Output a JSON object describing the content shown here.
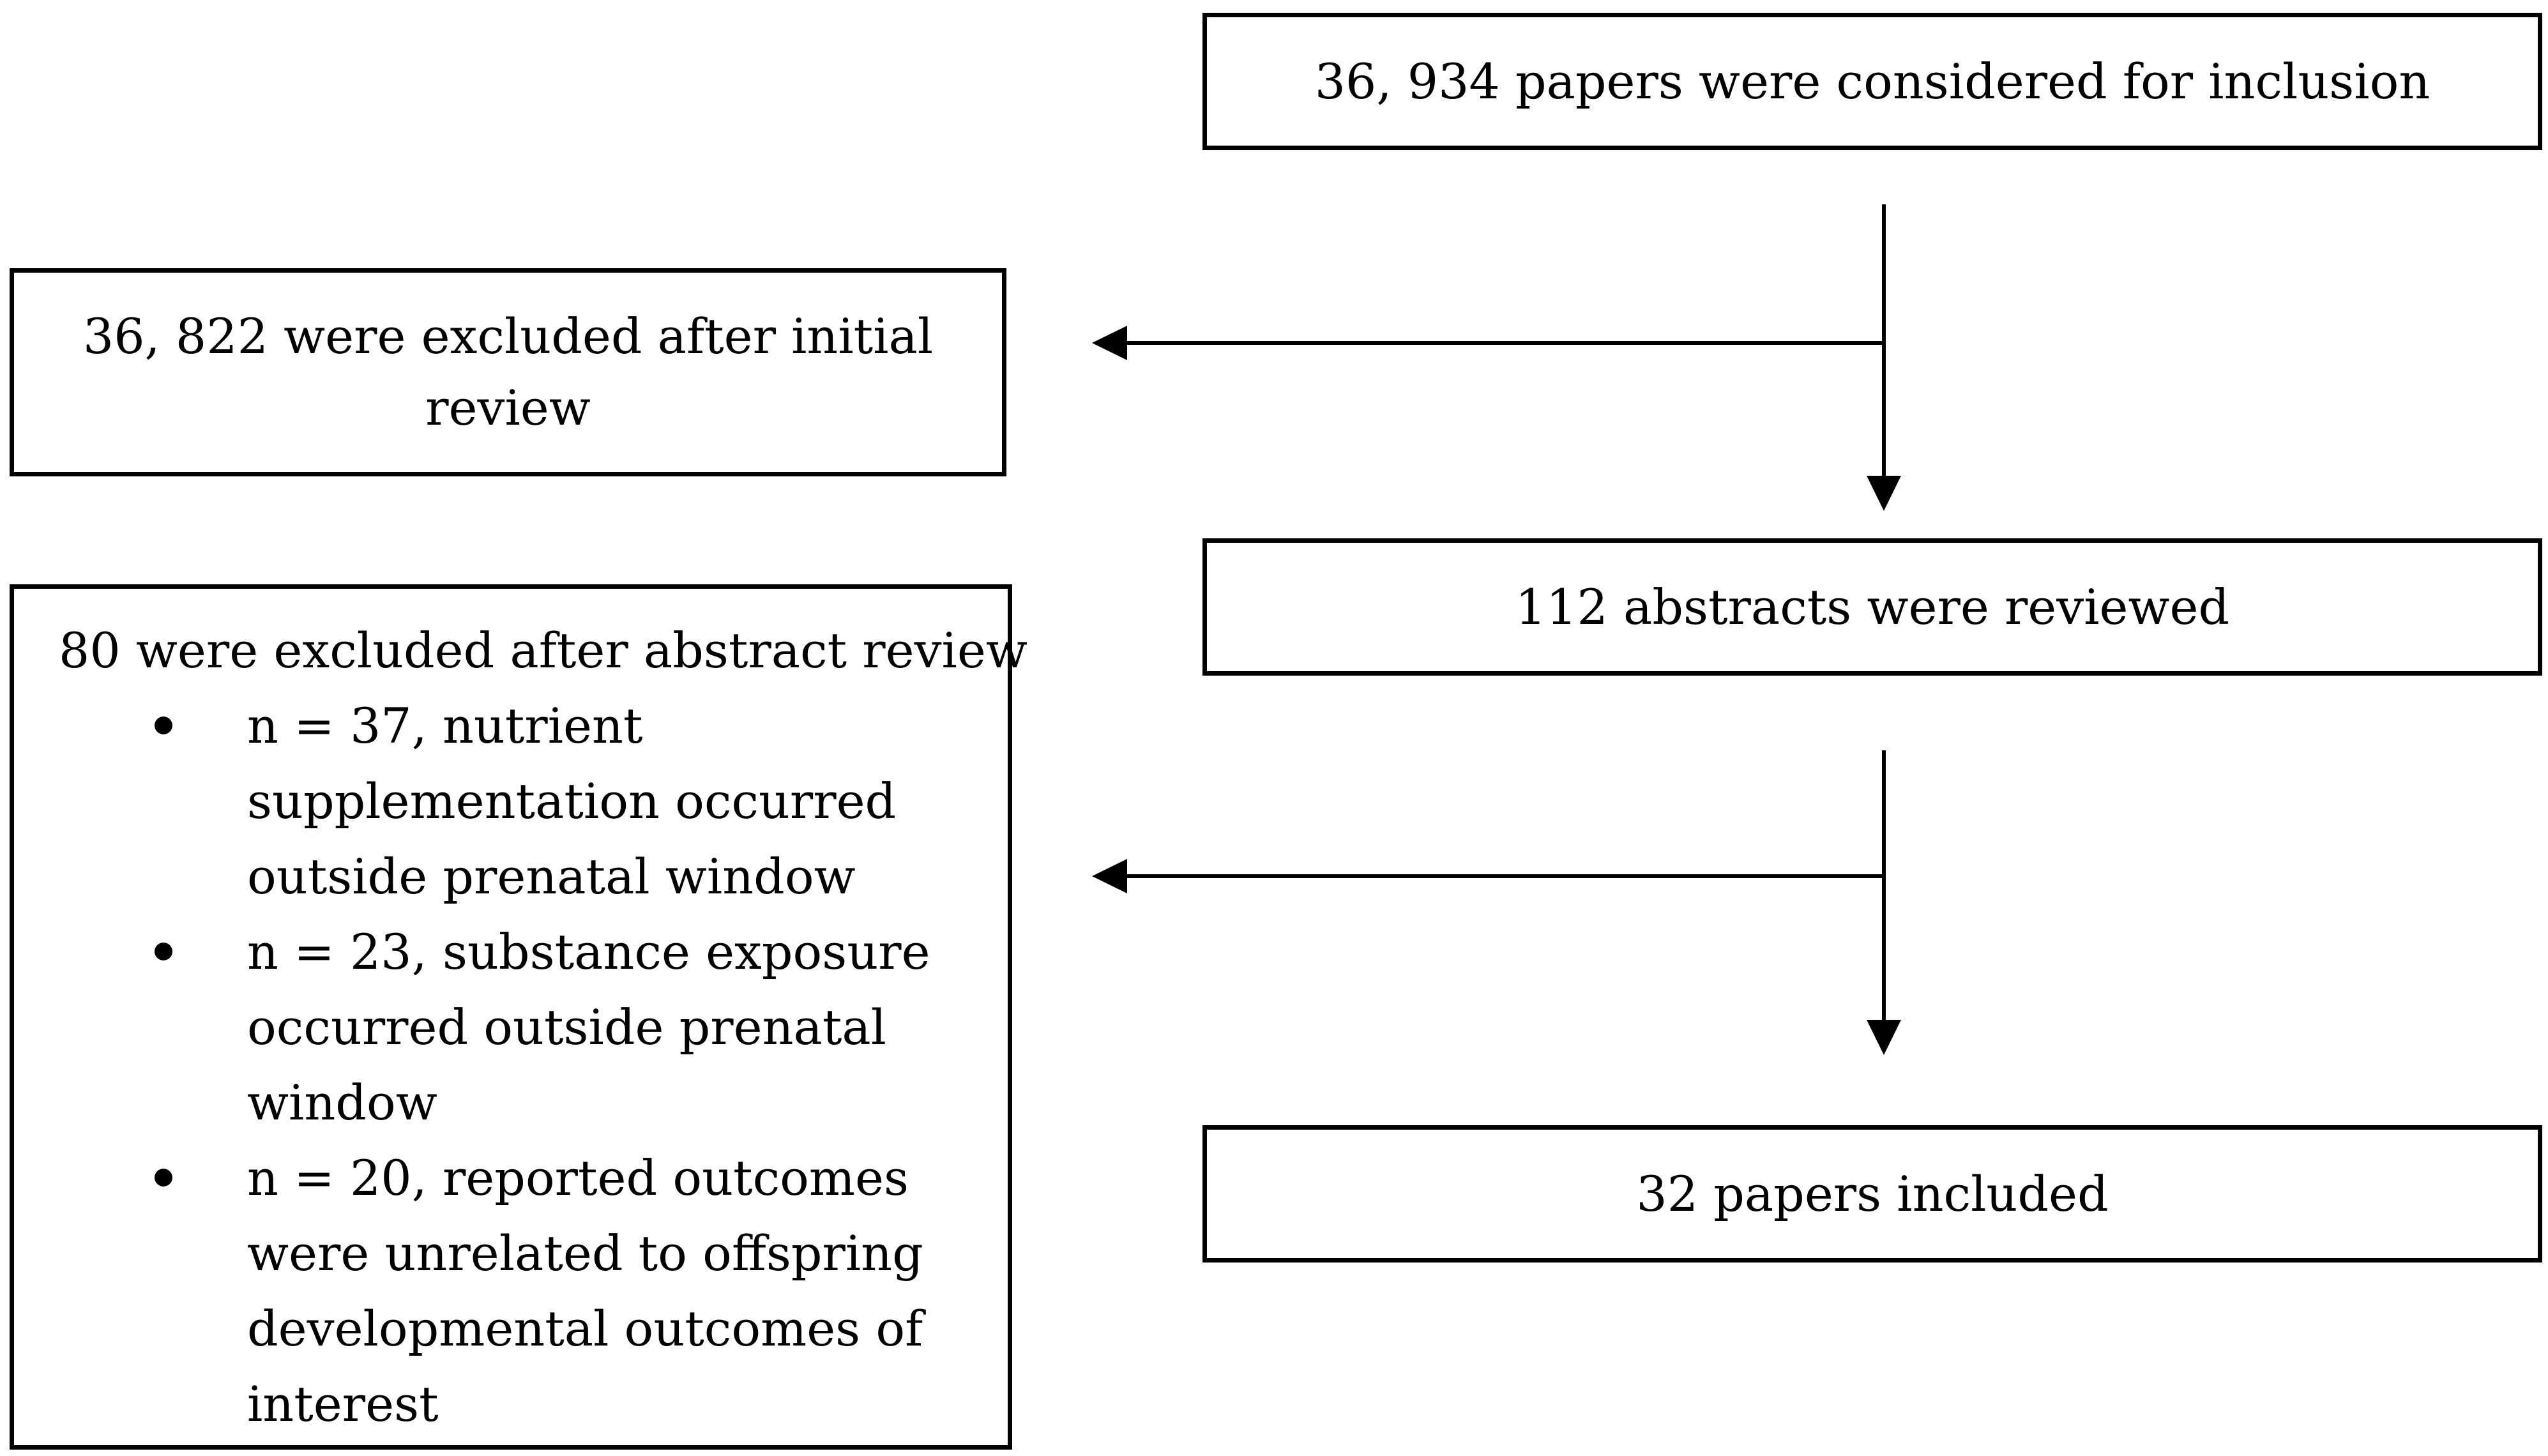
{
  "flow": {
    "considered": "36, 934 papers were considered for inclusion",
    "excluded_initial": "36, 822 were excluded after initial review",
    "abstracts_reviewed": "112 abstracts were reviewed",
    "included": "32 papers included"
  },
  "exclusions": {
    "title": "80 were excluded after abstract review",
    "reasons": [
      "n = 37, nutrient supplementation occurred outside prenatal window",
      "n = 23, substance exposure occurred outside prenatal window",
      "n = 20, reported outcomes were unrelated to offspring developmental outcomes of interest"
    ]
  },
  "colors": {
    "line": "#000000",
    "background": "#ffffff"
  }
}
